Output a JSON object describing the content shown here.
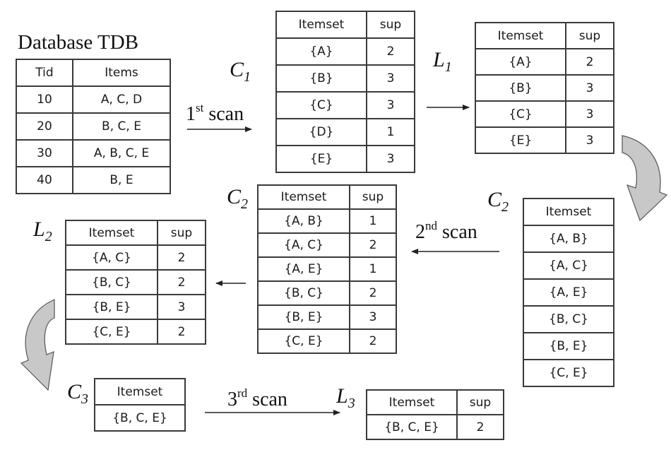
{
  "database": {
    "title": "Database TDB",
    "headers": [
      "Tid",
      "Items"
    ],
    "rows": [
      [
        "10",
        "A, C, D"
      ],
      [
        "20",
        "B, C, E"
      ],
      [
        "30",
        "A, B, C, E"
      ],
      [
        "40",
        "B, E"
      ]
    ]
  },
  "labels": {
    "c1_letter": "C",
    "c1_sub": "1",
    "l1_letter": "L",
    "l1_sub": "1",
    "c2a_letter": "C",
    "c2a_sub": "2",
    "c2b_letter": "C",
    "c2b_sub": "2",
    "l2_letter": "L",
    "l2_sub": "2",
    "c3_letter": "C",
    "c3_sub": "3",
    "l3_letter": "L",
    "l3_sub": "3"
  },
  "scans": {
    "first_num": "1",
    "first_sup": "st",
    "first_word": "scan",
    "second_num": "2",
    "second_sup": "nd",
    "second_word": "scan",
    "third_num": "3",
    "third_sup": "rd",
    "third_word": "scan"
  },
  "headers": {
    "itemset": "Itemset",
    "sup": "sup"
  },
  "c1": [
    [
      "{A}",
      "2"
    ],
    [
      "{B}",
      "3"
    ],
    [
      "{C}",
      "3"
    ],
    [
      "{D}",
      "1"
    ],
    [
      "{E}",
      "3"
    ]
  ],
  "l1": [
    [
      "{A}",
      "2"
    ],
    [
      "{B}",
      "3"
    ],
    [
      "{C}",
      "3"
    ],
    [
      "{E}",
      "3"
    ]
  ],
  "c2_candidates": [
    "{A, B}",
    "{A, C}",
    "{A, E}",
    "{B, C}",
    "{B, E}",
    "{C, E}"
  ],
  "c2_counted": [
    [
      "{A, B}",
      "1"
    ],
    [
      "{A, C}",
      "2"
    ],
    [
      "{A, E}",
      "1"
    ],
    [
      "{B, C}",
      "2"
    ],
    [
      "{B, E}",
      "3"
    ],
    [
      "{C, E}",
      "2"
    ]
  ],
  "l2": [
    [
      "{A, C}",
      "2"
    ],
    [
      "{B, C}",
      "2"
    ],
    [
      "{B, E}",
      "3"
    ],
    [
      "{C, E}",
      "2"
    ]
  ],
  "c3": [
    "{B, C, E}"
  ],
  "l3": [
    [
      "{B, C, E}",
      "2"
    ]
  ],
  "colors": {
    "line": "#3a3a3a",
    "curved_arrow_fill": "#c8c8c8",
    "curved_arrow_stroke": "#555555"
  }
}
